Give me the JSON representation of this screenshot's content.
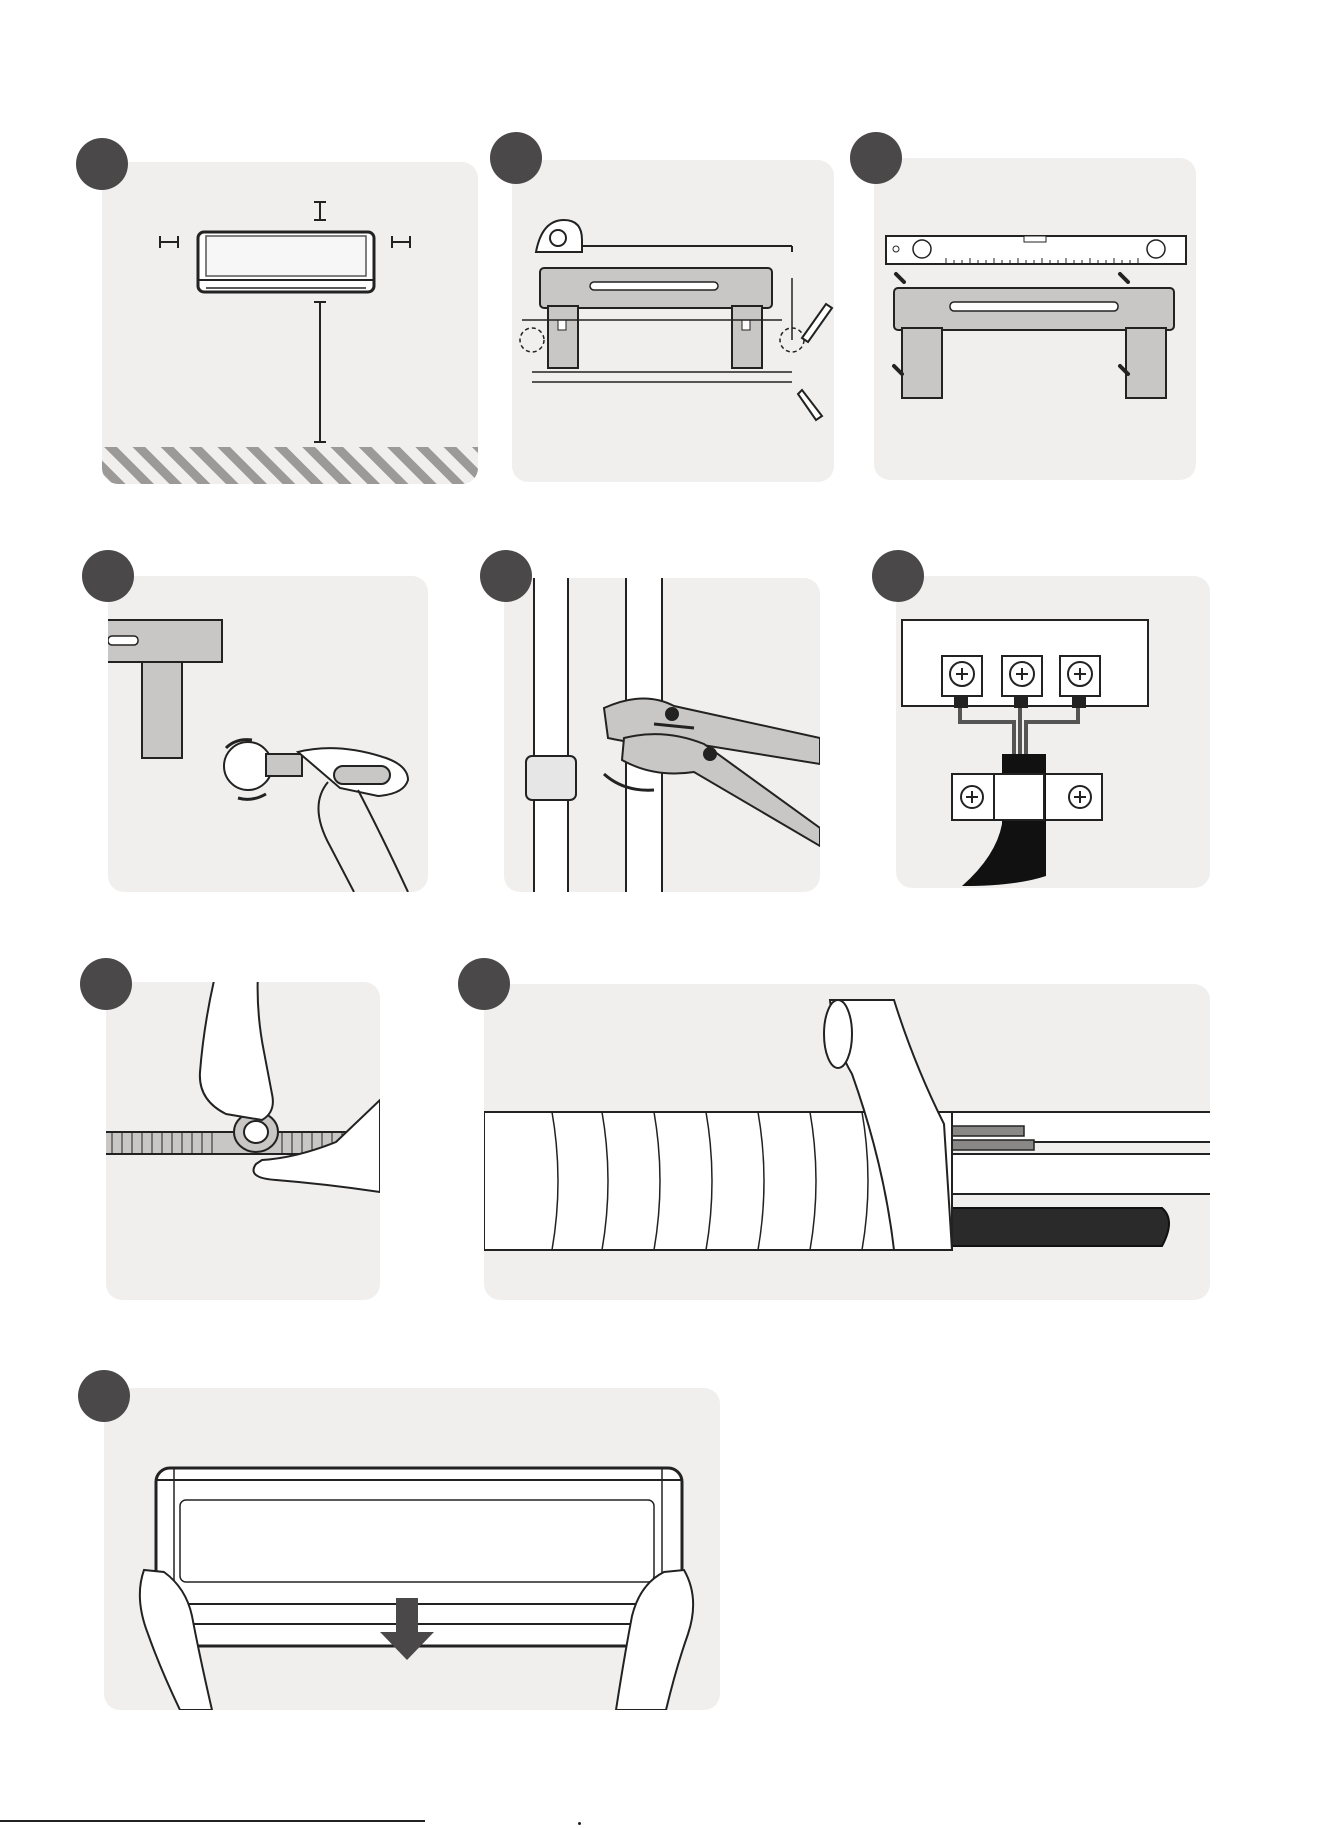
{
  "page": {
    "background": "#ffffff",
    "panel_color": "#f0efee",
    "badge_color": "#4a4848",
    "steps": [
      {
        "id": 1,
        "illustration": "clearance-indoor-unit"
      },
      {
        "id": 2,
        "illustration": "measure-and-mark-mounting-plate"
      },
      {
        "id": 3,
        "illustration": "level-and-screw-mounting-plate"
      },
      {
        "id": 4,
        "illustration": "drill-wall-hole"
      },
      {
        "id": 5,
        "illustration": "tighten-flare-nut-with-wrenches"
      },
      {
        "id": 6,
        "illustration": "connect-terminal-block-wiring"
      },
      {
        "id": 7,
        "illustration": "wrap-drain-hose-with-tape"
      },
      {
        "id": 8,
        "illustration": "bundle-pipes-cables-with-tape"
      },
      {
        "id": 9,
        "illustration": "hook-indoor-unit-onto-plate"
      }
    ]
  }
}
